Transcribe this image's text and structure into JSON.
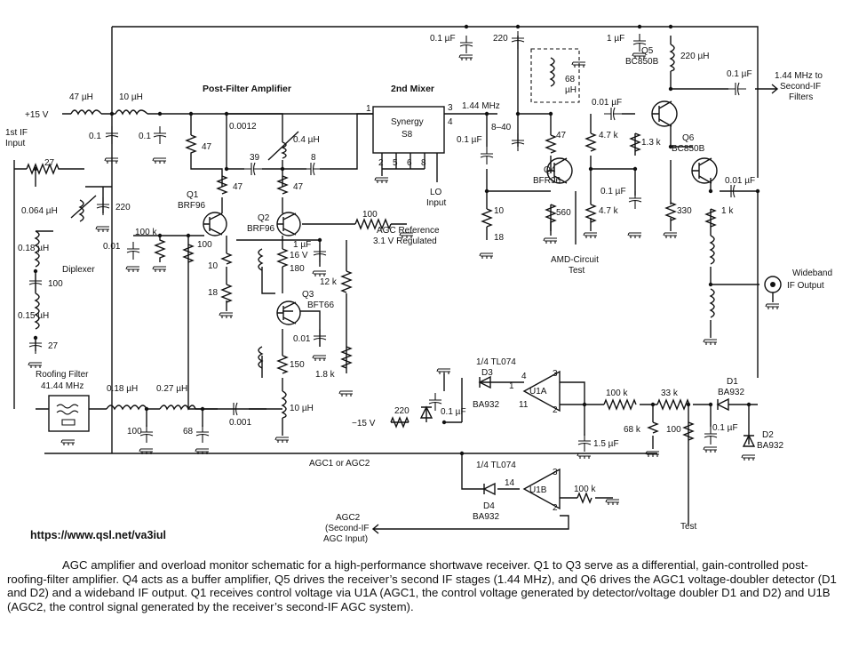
{
  "titles": {
    "post_filter_amp": "Post-Filter Amplifier",
    "second_mixer": "2nd Mixer"
  },
  "mixer": {
    "line1": "Synergy",
    "line2": "S8",
    "pin1": "1",
    "pin2": "2",
    "pin3": "3",
    "pin4": "4",
    "pin5": "5",
    "pin6": "6",
    "pin8": "8",
    "lo_line1": "LO",
    "lo_line2": "Input"
  },
  "labels": {
    "supply": "+15 V",
    "first_if1": "1st IF",
    "first_if2": "Input",
    "diplexer": "Diplexer",
    "roofing1": "Roofing Filter",
    "roofing2": "41.44 MHz",
    "agc_ref1": "AGC Reference",
    "agc_ref2": "3.1 V Regulated",
    "amd1": "AMD-Circuit",
    "amd2": "Test",
    "out_144_1": "1.44 MHz to",
    "out_144_2": "Second-IF",
    "out_144_3": "Filters",
    "wideband1": "Wideband",
    "wideband2": "IF Output",
    "neg15": "−15 V",
    "agc_bus": "AGC1 or AGC2",
    "agc2_1": "AGC2",
    "agc2_2": "(Second-IF",
    "agc2_3": "AGC Input)",
    "test": "Test",
    "freq": "1.44 MHz",
    "url": "https://www.qsl.net/va3iul"
  },
  "components": {
    "l47u": "47 µH",
    "l10u_top": "10 µH",
    "c01_a": "0.1",
    "c01_b": "0.1",
    "r47_a": "47",
    "c0012": "0.0012",
    "l04": "0.4 µH",
    "c39": "39",
    "c8": "8",
    "r47_b": "47",
    "r47_c": "47",
    "q1": "Q1",
    "q1t": "BRF96",
    "q2": "Q2",
    "q2t": "BRF96",
    "q3": "Q3",
    "q3t": "BFT66",
    "r27": "27",
    "l0064": "0.064 µH",
    "c220_dip": "220",
    "l018": "0.18 µH",
    "c100_dip": "100",
    "l015": "0.15 µH",
    "c27": "27",
    "c001_q1": "0.01",
    "r100k_q1": "100 k",
    "r100_q1": "100",
    "r10_q1": "10",
    "r18_q1": "18",
    "c1u16": "1 µF",
    "c1u16v": "16 V",
    "r180": "180",
    "r100_ref": "100",
    "r12k": "12 k",
    "c001_q3": "0.01",
    "r150": "150",
    "l10u_q3": "10 µH",
    "r18k": "1.8 k",
    "l018_rf": "0.18 µH",
    "l027_rf": "0.27 µH",
    "c100_rf": "100",
    "c68_rf": "68",
    "c0001": "0.001",
    "c01_top": "0.1 µF",
    "c220_top": "220",
    "c1u_top": "1 µF",
    "l220u": "220 µH",
    "c01_out": "0.1 µF",
    "l68u1": "68",
    "l68u2": "µH",
    "c001_q5": "0.01 µF",
    "q5": "Q5",
    "q5t": "BC850B",
    "q6": "Q6",
    "q6t": "BC850B",
    "q4": "Q4",
    "q4t": "BFR96",
    "c840": "8–40",
    "c01_mix": "0.1 µF",
    "r47_q4": "47",
    "r47k_a": "4.7 k",
    "r13k": "1.3 k",
    "r10_mix": "10",
    "r18_mix": "18",
    "r560": "560",
    "c01_q4": "0.1 µF",
    "r47k_b": "4.7 k",
    "r330": "330",
    "c001_q6": "0.01 µF",
    "r1k": "1 k",
    "u1a_t": "1/4 TL074",
    "u1a": "U1A",
    "d3": "D3",
    "d3t": "BA932",
    "c01_neg": "0.1 µF",
    "r220": "220",
    "u1a_p4": "4",
    "u1a_p1": "1",
    "u1a_p3": "3",
    "u1a_p2": "2",
    "u1a_p11": "11",
    "r100k_a": "100 k",
    "r33k": "33 k",
    "r68k": "68 k",
    "r100_b": "100",
    "c15u": "1.5 µF",
    "c01_d": "0.1 µF",
    "d1": "D1",
    "d1t": "BA932",
    "d2": "D2",
    "d2t": "BA932",
    "u1b_t": "1/4 TL074",
    "u1b": "U1B",
    "d4": "D4",
    "d4t": "BA932",
    "r100k_b": "100 k",
    "u1b_p3": "3",
    "u1b_p14": "14",
    "u1b_p2": "2"
  },
  "caption": "AGC amplifier and overload monitor schematic for a high-performance shortwave receiver. Q1 to Q3 serve as a differential, gain-controlled post-roofing-filter amplifier. Q4 acts as a buffer amplifier, Q5 drives the receiver’s second IF stages (1.44 MHz), and Q6 drives the AGC1 voltage-doubler detector (D1 and D2) and a wideband IF output. Q1 receives control voltage via U1A (AGC1, the control voltage generated by detector/voltage doubler D1 and D2) and U1B (AGC2, the control signal generated by the receiver’s second-IF AGC system)."
}
